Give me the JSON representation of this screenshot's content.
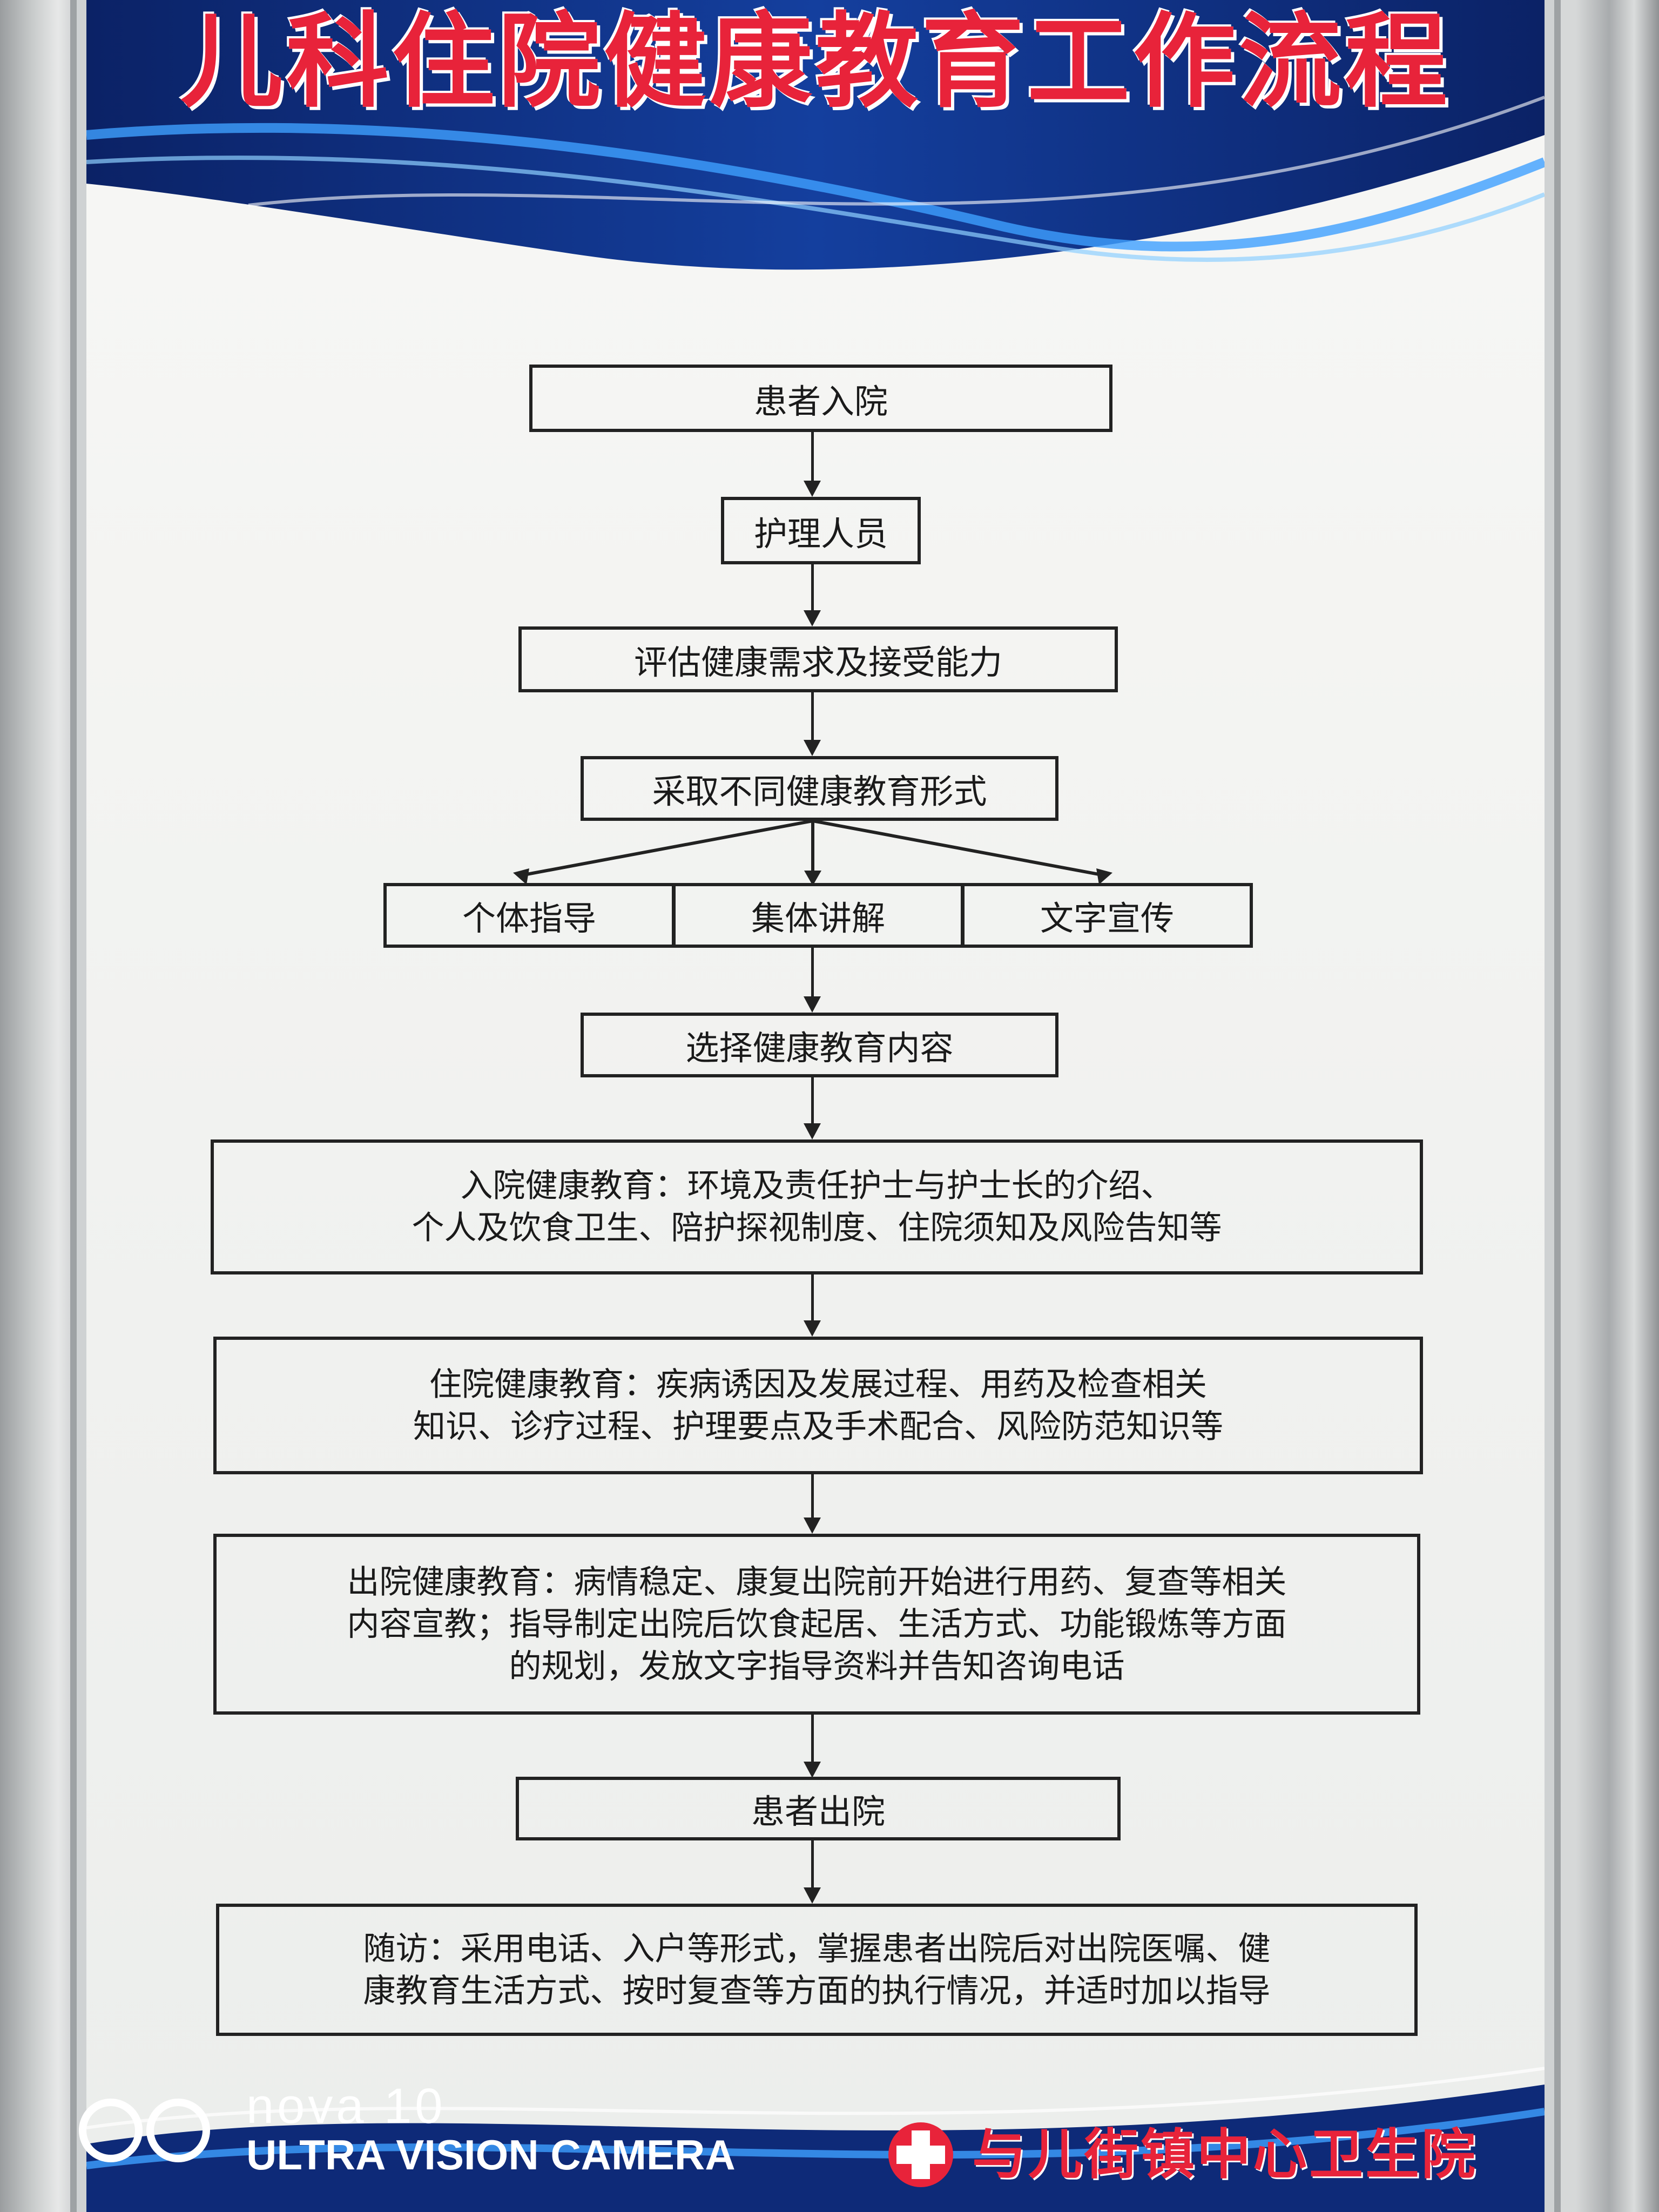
{
  "title": "儿科住院健康教育工作流程",
  "flow": {
    "admission": "患者入院",
    "nurse": "护理人员",
    "assess": "评估健康需求及接受能力",
    "forms": "采取不同健康教育形式",
    "form_individual": "个体指导",
    "form_group": "集体讲解",
    "form_text": "文字宣传",
    "content": "选择健康教育内容",
    "admission_edu": {
      "line1": "入院健康教育：环境及责任护士与护士长的介绍、",
      "line2": "个人及饮食卫生、陪护探视制度、住院须知及风险告知等"
    },
    "inpatient_edu": {
      "line1": "住院健康教育：疾病诱因及发展过程、用药及检查相关",
      "line2": "知识、诊疗过程、护理要点及手术配合、风险防范知识等"
    },
    "discharge_edu": {
      "line1": "出院健康教育：病情稳定、康复出院前开始进行用药、复查等相关",
      "line2": "内容宣教；指导制定出院后饮食起居、生活方式、功能锻炼等方面",
      "line3": "的规划，发放文字指导资料并告知咨询电话"
    },
    "discharge": "患者出院",
    "followup": {
      "line1": "随访：采用电话、入户等形式，掌握患者出院后对出院医嘱、健",
      "line2": "康教育生活方式、按时复查等方面的执行情况，并适时加以指导"
    }
  },
  "footer": {
    "hospital": "与儿街镇中心卫生院",
    "logo_icon": "red-cross-icon"
  },
  "watermark": {
    "model": "nova 10",
    "subtitle": "ULTRA VISION CAMERA"
  },
  "colors": {
    "title_red": "#e8233a",
    "band_navy": "#0e2a78",
    "band_blue": "#1f5fd0"
  }
}
